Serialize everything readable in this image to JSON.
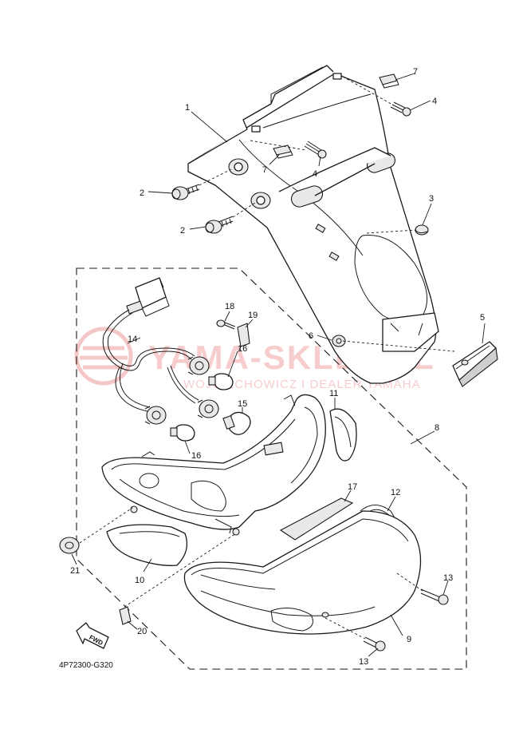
{
  "diagram_code": "4P72300-G320",
  "fwd_label": "FWD",
  "watermark": {
    "brand": "YAMA-SKLEP.PL",
    "tagline": "WOJCIECHOWICZ I DEALER YAMAHA"
  },
  "callouts": {
    "c1": "1",
    "c2a": "2",
    "c2b": "2",
    "c3": "3",
    "c4a": "4",
    "c4b": "4",
    "c5": "5",
    "c6": "6",
    "c7a": "7",
    "c7b": "7",
    "c8": "8",
    "c9": "9",
    "c10": "10",
    "c11": "11",
    "c12": "12",
    "c13a": "13",
    "c13b": "13",
    "c14": "14",
    "c15": "15",
    "c16a": "16",
    "c16b": "16",
    "c17": "17",
    "c18": "18",
    "c19": "19",
    "c20": "20",
    "c21": "21"
  }
}
